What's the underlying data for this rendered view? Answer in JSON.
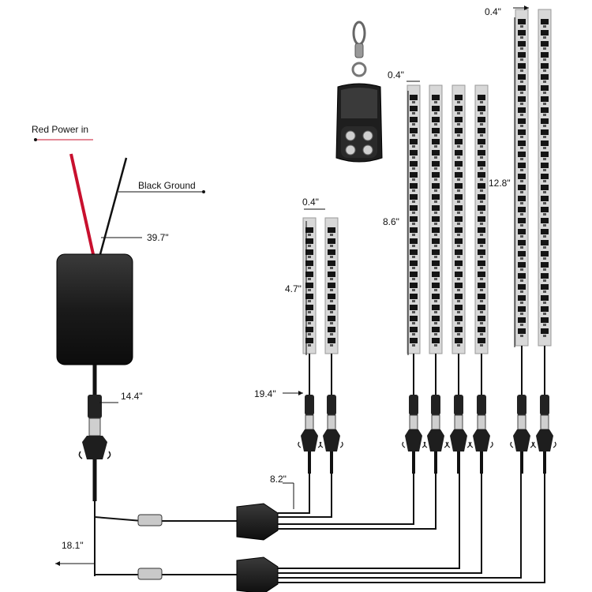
{
  "labels": {
    "red_power": "Red Power in",
    "black_ground": "Black Ground",
    "main_lead": "39.7\"",
    "control_lead": "14.4\"",
    "branch_lead": "18.1\"",
    "short_width": "0.4\"",
    "short_length": "4.7\"",
    "short_lead": "19.4\"",
    "split_lead": "8.2\"",
    "mid_width": "0.4\"",
    "mid_length": "8.6\"",
    "long_width": "0.4\"",
    "long_length": "12.8\""
  },
  "components": {
    "remote": "key-fob-remote",
    "controller": "control-box",
    "splitters": 2,
    "strips": {
      "short": 2,
      "mid": 4,
      "long": 2
    }
  },
  "colors": {
    "power_wire": "#c8102e",
    "ground_wire": "#111111",
    "strip_body": "#d8d8d8",
    "led": "#141414",
    "box": "#1c1c1c"
  }
}
